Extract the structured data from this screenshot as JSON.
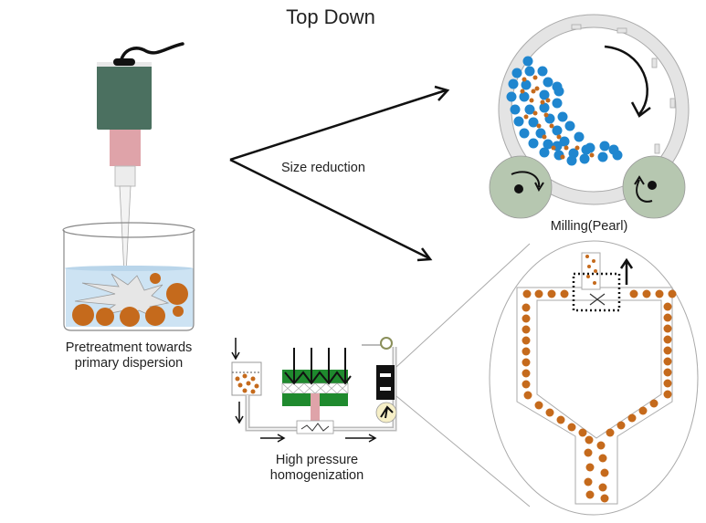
{
  "title": "Top Down",
  "labels": {
    "size_reduction": "Size reduction",
    "pretreatment_line1": "Pretreatment towards",
    "pretreatment_line2": "primary dispersion",
    "milling": "Milling(Pearl)",
    "hph_line1": "High pressure",
    "hph_line2": "homogenization"
  },
  "colors": {
    "probe_body": "#4b7060",
    "probe_tip": "#dfa3a9",
    "particle": "#c56a1c",
    "bead": "#1f86cf",
    "liquid": "#cde3f3",
    "mill_ring": "#e4e4e4",
    "roller": "#b6c7b0",
    "piston": "#1f8a2e",
    "gauge": "#f6efc7"
  },
  "icons": {
    "probe": "ultrasonic-probe-icon",
    "beaker": "beaker-icon",
    "mill": "pearl-mill-icon",
    "homogenizer": "homogenizer-icon",
    "valve": "homogenizing-valve-icon"
  }
}
